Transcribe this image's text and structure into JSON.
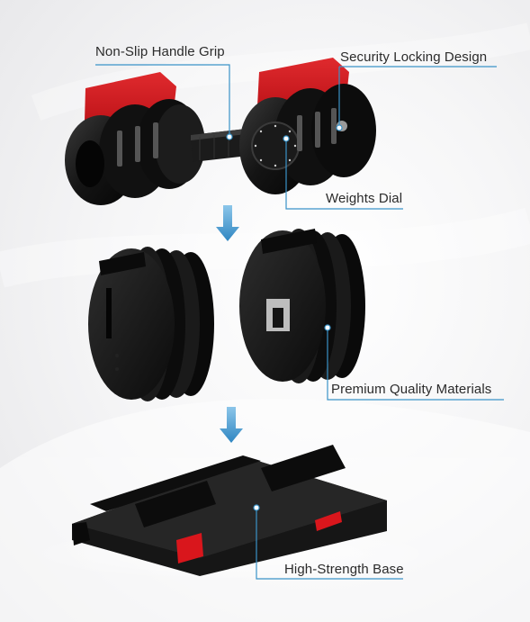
{
  "callouts": {
    "handle": "Non-Slip Handle Grip",
    "security": "Security Locking Design",
    "dial": "Weights Dial",
    "materials": "Premium Quality Materials",
    "base": "High-Strength Base"
  },
  "colors": {
    "accent_blue": "#3a93c8",
    "product_red": "#d9161c",
    "product_black": "#151515"
  }
}
